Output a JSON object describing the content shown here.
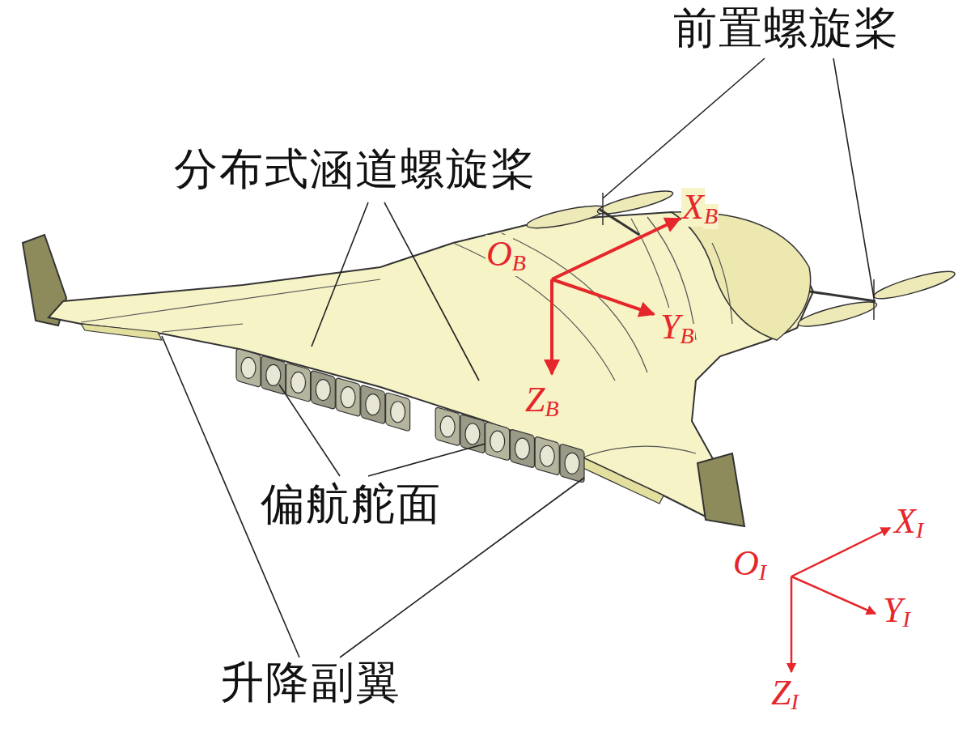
{
  "diagram": {
    "labels": [
      "前置螺旋桨",
      "分布式涵道螺旋桨",
      "偏航舵面",
      "升降副翼",
      "O",
      "B",
      "X",
      "B",
      "Y",
      "B",
      "Z",
      "B",
      "O",
      "I",
      "X",
      "I",
      "Y",
      "I",
      "Z",
      "I"
    ]
  }
}
